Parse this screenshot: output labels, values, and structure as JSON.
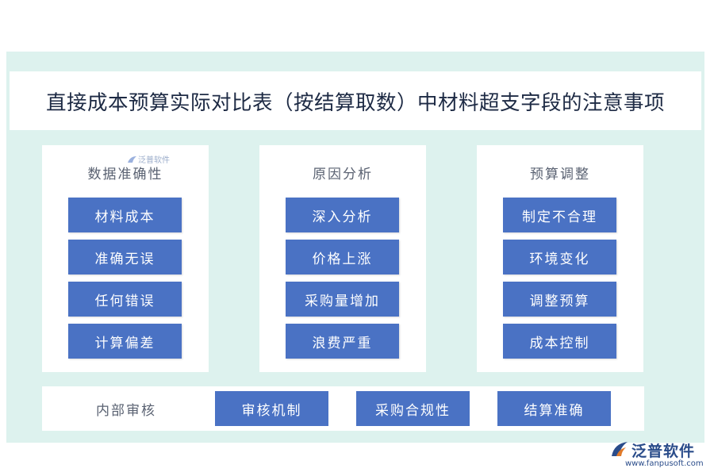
{
  "title": "直接成本预算实际对比表（按结算取数）中材料超支字段的注意事项",
  "columns": [
    {
      "heading": "数据准确性",
      "items": [
        "材料成本",
        "准确无误",
        "任何错误",
        "计算偏差"
      ]
    },
    {
      "heading": "原因分析",
      "items": [
        "深入分析",
        "价格上涨",
        "采购量增加",
        "浪费严重"
      ]
    },
    {
      "heading": "预算调整",
      "items": [
        "制定不合理",
        "环境变化",
        "调整预算",
        "成本控制"
      ]
    }
  ],
  "bottom": {
    "label": "内部审核",
    "items": [
      "审核机制",
      "采购合规性",
      "结算准确"
    ]
  },
  "watermark": {
    "small_text": "泛普软件"
  },
  "logo": {
    "name": "泛普软件",
    "url": "www.fanpusoft.com"
  },
  "colors": {
    "background_frame": "#ddf2ee",
    "box_fill": "#4a72c4",
    "title_text": "#1d2a44"
  }
}
